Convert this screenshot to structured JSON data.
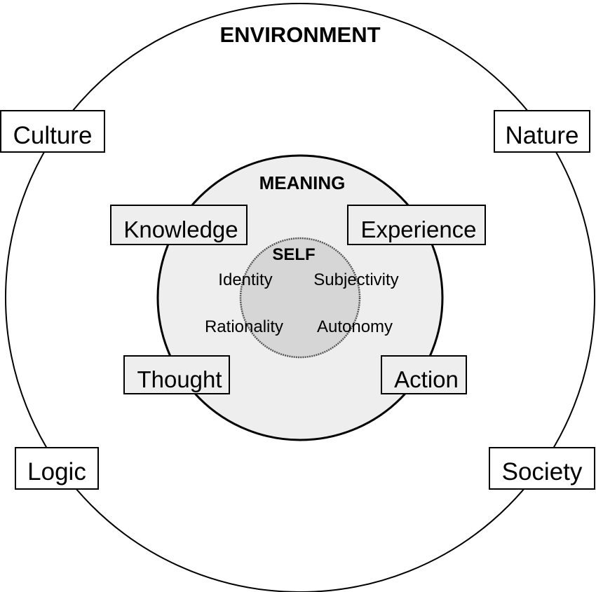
{
  "environment": {
    "title": "ENVIRONMENT",
    "labels": {
      "culture": "Culture",
      "nature": "Nature",
      "logic": "Logic",
      "society": "Society"
    }
  },
  "meaning": {
    "title": "MEANING",
    "labels": {
      "knowledge": "Knowledge",
      "experience": "Experience",
      "thought": "Thought",
      "action": "Action"
    }
  },
  "self": {
    "title": "SELF",
    "labels": {
      "identity": "Identity",
      "subjectivity": "Subjectivity",
      "rationality": "Rationality",
      "autonomy": "Autonomy"
    }
  },
  "colors": {
    "outer_fill": "#ffffff",
    "middle_fill": "#eeeeee",
    "inner_fill": "#d6d6d6",
    "box_fill_outer": "#ffffff",
    "box_fill_middle": "#eeeeee",
    "stroke": "#000000"
  }
}
